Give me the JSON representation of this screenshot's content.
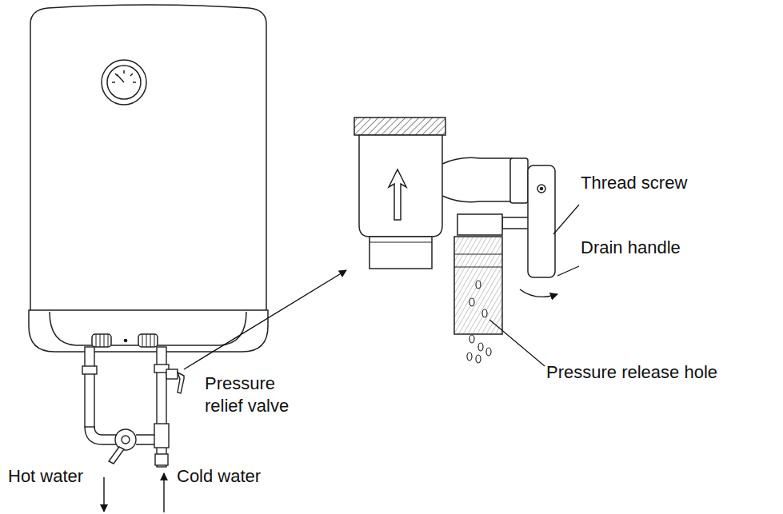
{
  "diagram": {
    "labels": [
      "Thread screw",
      "Drain handle",
      "Pressure release hole",
      "Pressure relief valve",
      "Hot water",
      "Cold water"
    ]
  }
}
